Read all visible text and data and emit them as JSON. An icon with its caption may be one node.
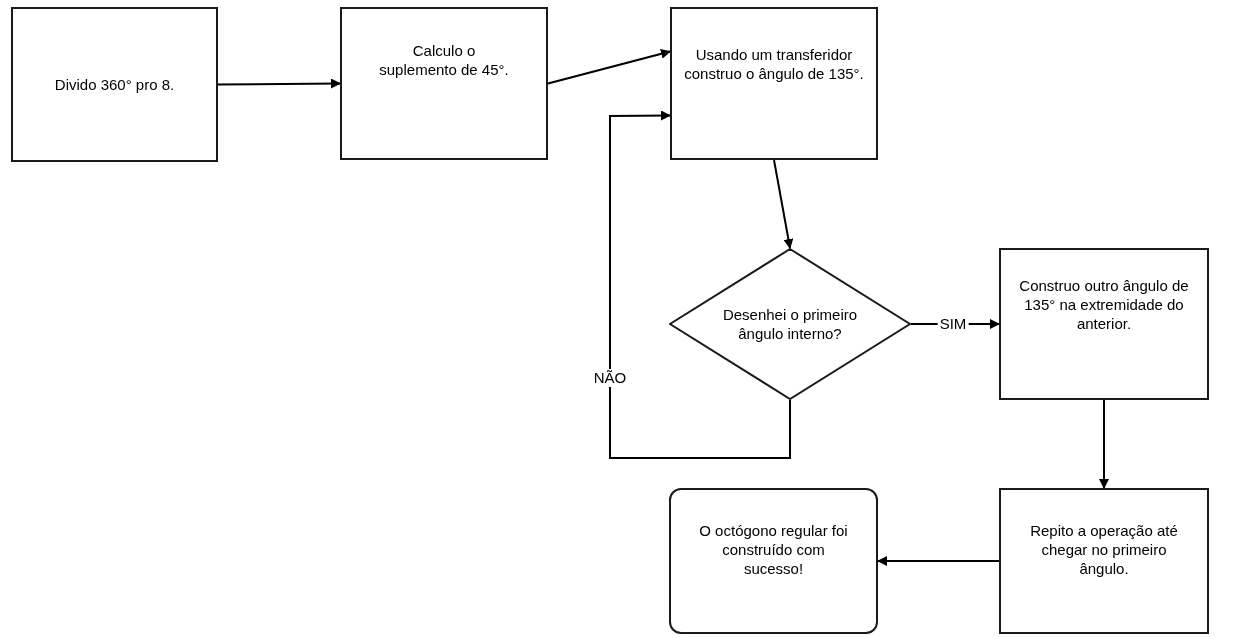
{
  "diagram": {
    "nodes": [
      {
        "text": [
          "Divido 360° pro 8."
        ]
      },
      {
        "text": [
          "Calculo o suplemento de 45°."
        ]
      },
      {
        "text": [
          "Usando um transferidor construo o ângulo de 135°."
        ]
      },
      {
        "text": [
          "Desenhei o primeiro ângulo interno?"
        ]
      },
      {
        "text": [
          "Construo outro ângulo de 135° na extremidade do anterior."
        ]
      },
      {
        "text": [
          "Repito a operação até chegar no primeiro ângulo."
        ]
      },
      {
        "text": [
          "O octógono regular foi construído com sucesso!"
        ]
      }
    ],
    "edges": [
      {
        "from": 0,
        "to": 1,
        "arrow": "to"
      },
      {
        "from": 1,
        "to": 2,
        "arrow": "to"
      },
      {
        "from": 2,
        "to": 3,
        "arrow": "to"
      },
      {
        "from": 3,
        "to": 2,
        "arrow": "to",
        "label": "NÃO"
      },
      {
        "from": 3,
        "to": 4,
        "arrow": "to",
        "label": "SIM"
      },
      {
        "from": 4,
        "to": 5,
        "arrow": "to"
      },
      {
        "from": 5,
        "to": 6,
        "arrow": "to"
      }
    ]
  }
}
